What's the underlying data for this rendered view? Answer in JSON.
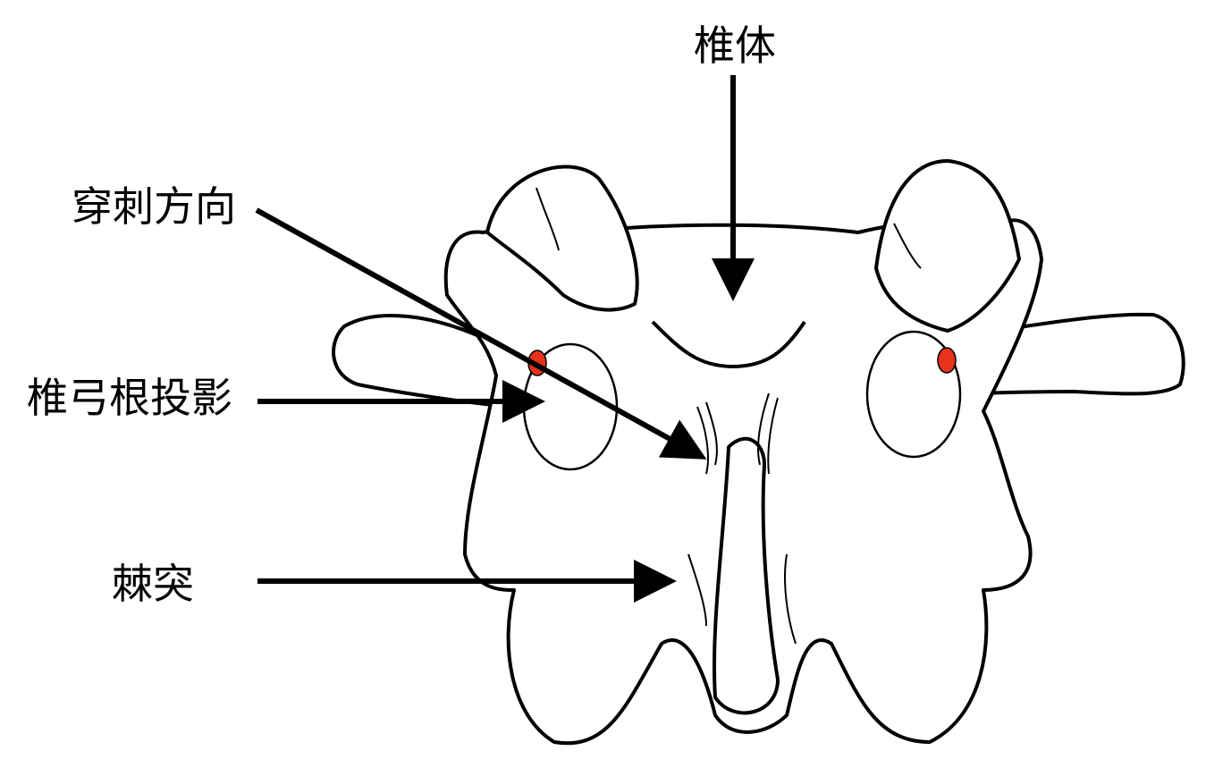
{
  "labels": {
    "vertebral_body": "椎体",
    "puncture_direction": "穿刺方向",
    "pedicle_projection": "椎弓根投影",
    "spinous_process": "棘突"
  },
  "colors": {
    "outline": "#000000",
    "marker": "#e8321e"
  }
}
